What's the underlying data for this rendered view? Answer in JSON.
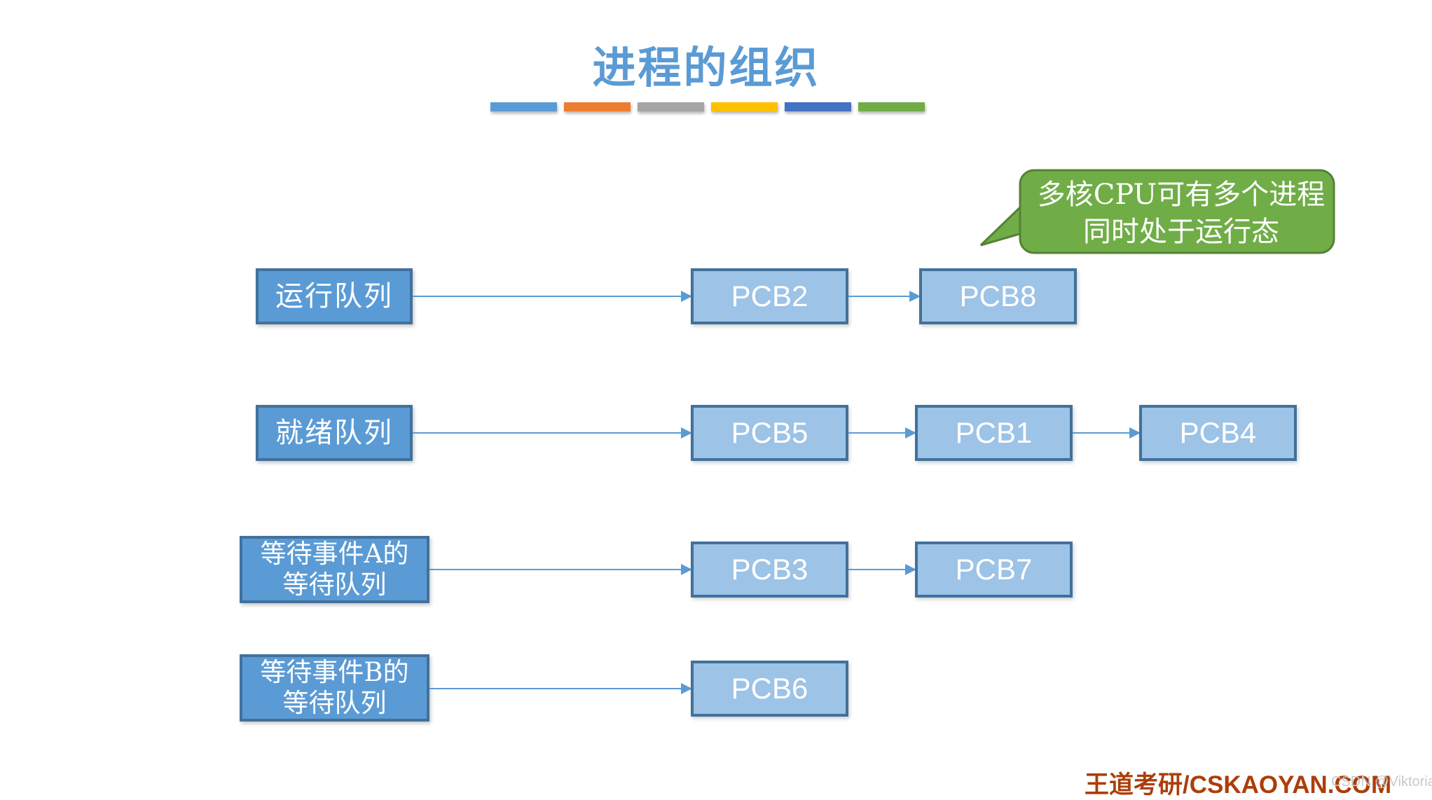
{
  "slide": {
    "title": "进程的组织"
  },
  "callout": {
    "text_lines": [
      "多核CPU可有多个进程",
      "同时处于运行态"
    ]
  },
  "diagram": {
    "rows": [
      {
        "queue_lines": [
          "运行队列"
        ],
        "pcbs": [
          "PCB2",
          "PCB8"
        ]
      },
      {
        "queue_lines": [
          "就绪队列"
        ],
        "pcbs": [
          "PCB5",
          "PCB1",
          "PCB4"
        ]
      },
      {
        "queue_lines": [
          "等待事件A的",
          "等待队列"
        ],
        "pcbs": [
          "PCB3",
          "PCB7"
        ]
      },
      {
        "queue_lines": [
          "等待事件B的",
          "等待队列"
        ],
        "pcbs": [
          "PCB6"
        ]
      }
    ]
  },
  "footer": {
    "brand": "王道考研/CSKAOYAN.COM",
    "watermark": "CSDN @Viktoriae"
  },
  "theme": {
    "title_blue": "#5B9BD5",
    "bar_blue": "#5B9BD5",
    "bar_orange": "#ED7D31",
    "bar_gray": "#A5A5A5",
    "bar_gold": "#FFC000",
    "bar_indigo": "#4472C4",
    "bar_green": "#70AD47",
    "queue_fill": "#5B9BD5",
    "queue_border": "#41719C",
    "queue_text": "#FFFFFF",
    "pcb_fill": "#9DC3E6",
    "pcb_border": "#41719C",
    "pcb_text": "#FFFFFF",
    "arrow_blue": "#5B9BD5",
    "callout_fill": "#70AD47",
    "callout_border": "#548235",
    "callout_text": "#FFFFFF",
    "brand_red": "#AC3E0A",
    "watermark_gray": "#C9C9C9"
  }
}
